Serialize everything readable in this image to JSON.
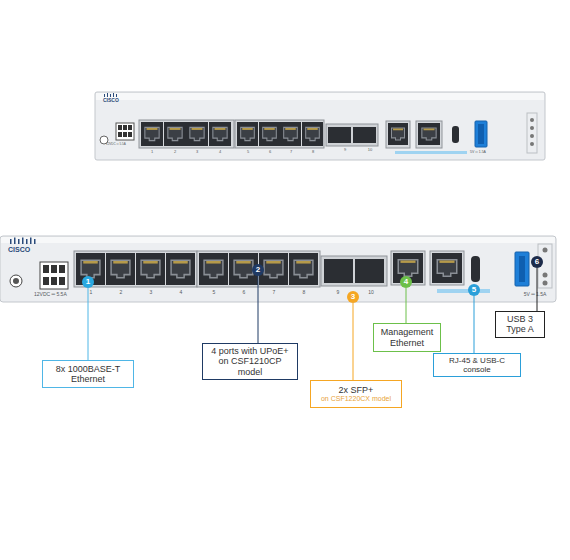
{
  "diagram": {
    "nodes": [
      {
        "text": [
          "1"
        ]
      },
      {
        "text": [
          "2"
        ]
      },
      {
        "text": [
          "3"
        ]
      },
      {
        "text": [
          "4"
        ]
      },
      {
        "text": [
          "5"
        ]
      },
      {
        "text": [
          "6"
        ]
      },
      {
        "text": [
          "8x 1000BASE-T Ethernet"
        ]
      },
      {
        "text": [
          "4 ports with UPoE+ on CSF1210CP model"
        ]
      },
      {
        "text": [
          "2x SFP+",
          "on CSF1220CX model"
        ]
      },
      {
        "text": [
          "Management Ethernet"
        ]
      },
      {
        "text": [
          "RJ-45 & USB-C console"
        ]
      },
      {
        "text": [
          "USB 3 Type A"
        ]
      }
    ],
    "edges": [
      {
        "from": 0,
        "to": 6,
        "arrow": "none"
      },
      {
        "from": 1,
        "to": 7,
        "arrow": "none"
      },
      {
        "from": 2,
        "to": 8,
        "arrow": "none"
      },
      {
        "from": 3,
        "to": 9,
        "arrow": "none"
      },
      {
        "from": 4,
        "to": 10,
        "arrow": "none"
      },
      {
        "from": 5,
        "to": 11,
        "arrow": "none"
      }
    ],
    "labels": [
      "CISCO",
      "12VDC ═ 5.5A",
      "1",
      "2",
      "3",
      "4",
      "5",
      "6",
      "7",
      "8",
      "9",
      "10",
      "5V ═ 1.5A",
      "CISCO",
      "12VDC ═ 5.5A",
      "1",
      "2",
      "3",
      "4",
      "5",
      "6",
      "7",
      "8",
      "9",
      "10",
      "5V ═ 1.5A"
    ]
  }
}
